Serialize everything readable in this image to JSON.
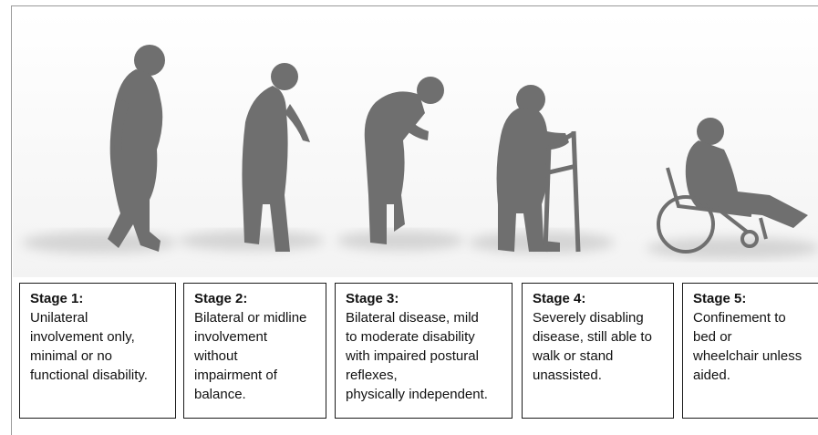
{
  "stages": [
    {
      "title": "Stage 1:",
      "desc": "Unilateral\ninvolvement only,\nminimal or no\nfunctional disability."
    },
    {
      "title": "Stage 2:",
      "desc": "Bilateral or midline\ninvolvement\nwithout\nimpairment of\nbalance."
    },
    {
      "title": "Stage 3:",
      "desc": "Bilateral disease, mild\nto moderate disability\nwith impaired postural\nreflexes,\nphysically independent."
    },
    {
      "title": "Stage 4:",
      "desc": "Severely disabling\ndisease, still able to\nwalk or stand\nunassisted."
    },
    {
      "title": "Stage 5:",
      "desc": "Confinement to\nbed or\nwheelchair unless\naided."
    }
  ],
  "colors": {
    "silhouette": "#6f6f6f",
    "shadow": "#d8d8d8",
    "border": "#1a1a1a"
  }
}
